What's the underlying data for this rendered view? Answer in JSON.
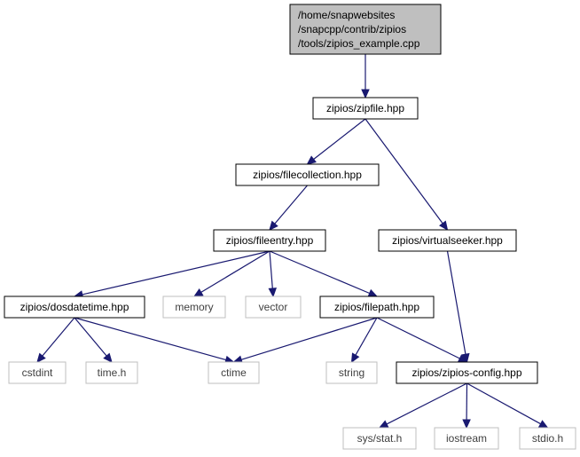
{
  "colors": {
    "edge": "#191970",
    "node_border": "#000000",
    "node_fill": "#ffffff",
    "root_fill": "#bfbfbf",
    "system_border": "#bfbfbf",
    "text": "#000000",
    "system_text": "#3f3f3f"
  },
  "nodes": {
    "root": {
      "lines": [
        "/home/snapwebsites",
        "/snapcpp/contrib/zipios",
        "/tools/zipios_example.cpp"
      ],
      "kind": "root"
    },
    "zipfile": {
      "lines": [
        "zipios/zipfile.hpp"
      ],
      "kind": "local"
    },
    "filecollection": {
      "lines": [
        "zipios/filecollection.hpp"
      ],
      "kind": "local"
    },
    "fileentry": {
      "lines": [
        "zipios/fileentry.hpp"
      ],
      "kind": "local"
    },
    "virtualseeker": {
      "lines": [
        "zipios/virtualseeker.hpp"
      ],
      "kind": "local"
    },
    "dosdatetime": {
      "lines": [
        "zipios/dosdatetime.hpp"
      ],
      "kind": "local"
    },
    "memory": {
      "lines": [
        "memory"
      ],
      "kind": "system"
    },
    "vector": {
      "lines": [
        "vector"
      ],
      "kind": "system"
    },
    "filepath": {
      "lines": [
        "zipios/filepath.hpp"
      ],
      "kind": "local"
    },
    "cstdint": {
      "lines": [
        "cstdint"
      ],
      "kind": "system"
    },
    "time_h": {
      "lines": [
        "time.h"
      ],
      "kind": "system"
    },
    "ctime": {
      "lines": [
        "ctime"
      ],
      "kind": "system"
    },
    "string": {
      "lines": [
        "string"
      ],
      "kind": "system"
    },
    "zipios_config": {
      "lines": [
        "zipios/zipios-config.hpp"
      ],
      "kind": "local"
    },
    "sys_stat": {
      "lines": [
        "sys/stat.h"
      ],
      "kind": "system"
    },
    "iostream": {
      "lines": [
        "iostream"
      ],
      "kind": "system"
    },
    "stdio": {
      "lines": [
        "stdio.h"
      ],
      "kind": "system"
    }
  },
  "edges": [
    {
      "from": "root",
      "to": "zipfile"
    },
    {
      "from": "zipfile",
      "to": "filecollection"
    },
    {
      "from": "zipfile",
      "to": "virtualseeker"
    },
    {
      "from": "filecollection",
      "to": "fileentry"
    },
    {
      "from": "fileentry",
      "to": "dosdatetime"
    },
    {
      "from": "fileentry",
      "to": "memory"
    },
    {
      "from": "fileentry",
      "to": "vector"
    },
    {
      "from": "fileentry",
      "to": "filepath"
    },
    {
      "from": "virtualseeker",
      "to": "zipios_config"
    },
    {
      "from": "dosdatetime",
      "to": "cstdint"
    },
    {
      "from": "dosdatetime",
      "to": "time_h"
    },
    {
      "from": "dosdatetime",
      "to": "ctime"
    },
    {
      "from": "filepath",
      "to": "ctime"
    },
    {
      "from": "filepath",
      "to": "string"
    },
    {
      "from": "filepath",
      "to": "zipios_config"
    },
    {
      "from": "zipios_config",
      "to": "sys_stat"
    },
    {
      "from": "zipios_config",
      "to": "iostream"
    },
    {
      "from": "zipios_config",
      "to": "stdio"
    }
  ]
}
